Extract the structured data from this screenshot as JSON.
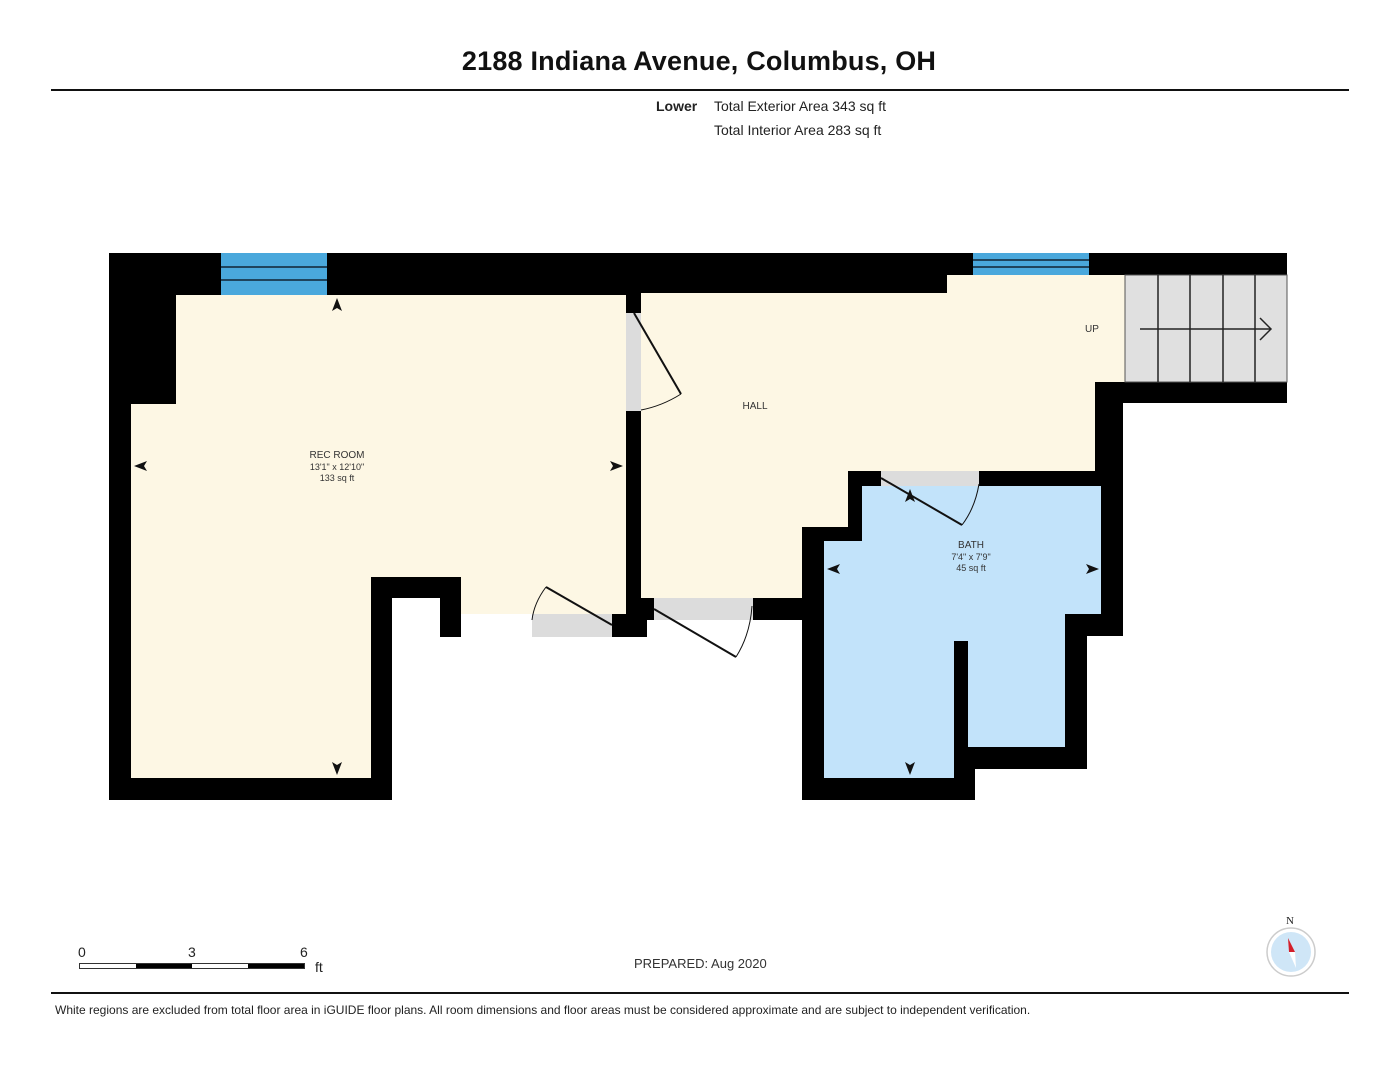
{
  "header": {
    "title": "2188 Indiana Avenue, Columbus, OH",
    "level": "Lower",
    "exterior_area": "Total Exterior Area 343 sq ft",
    "interior_area": "Total Interior Area 283 sq ft"
  },
  "rooms": [
    {
      "name": "REC ROOM",
      "dimensions": "13'1\" x 12'10\"",
      "area": "133 sq ft"
    },
    {
      "name": "HALL"
    },
    {
      "name": "BATH",
      "dimensions": "7'4\" x 7'9\"",
      "area": "45 sq ft"
    }
  ],
  "stairs": {
    "label": "UP"
  },
  "scale": {
    "ticks": [
      "0",
      "3",
      "6"
    ],
    "unit": "ft"
  },
  "compass": {
    "label": "N"
  },
  "prepared": "PREPARED: Aug 2020",
  "footer": "White regions are excluded from total floor area in iGUIDE floor plans. All room dimensions and floor areas must be considered approximate and are subject to independent verification.",
  "colors": {
    "wall": "#000000",
    "living_floor": "#fdf7e4",
    "bath_floor": "#c2e3fa",
    "window": "#4aa8dc",
    "door_threshold": "#dcdcdc",
    "stair": "#e0e0e0",
    "compass_needle": "#d41f2a"
  }
}
